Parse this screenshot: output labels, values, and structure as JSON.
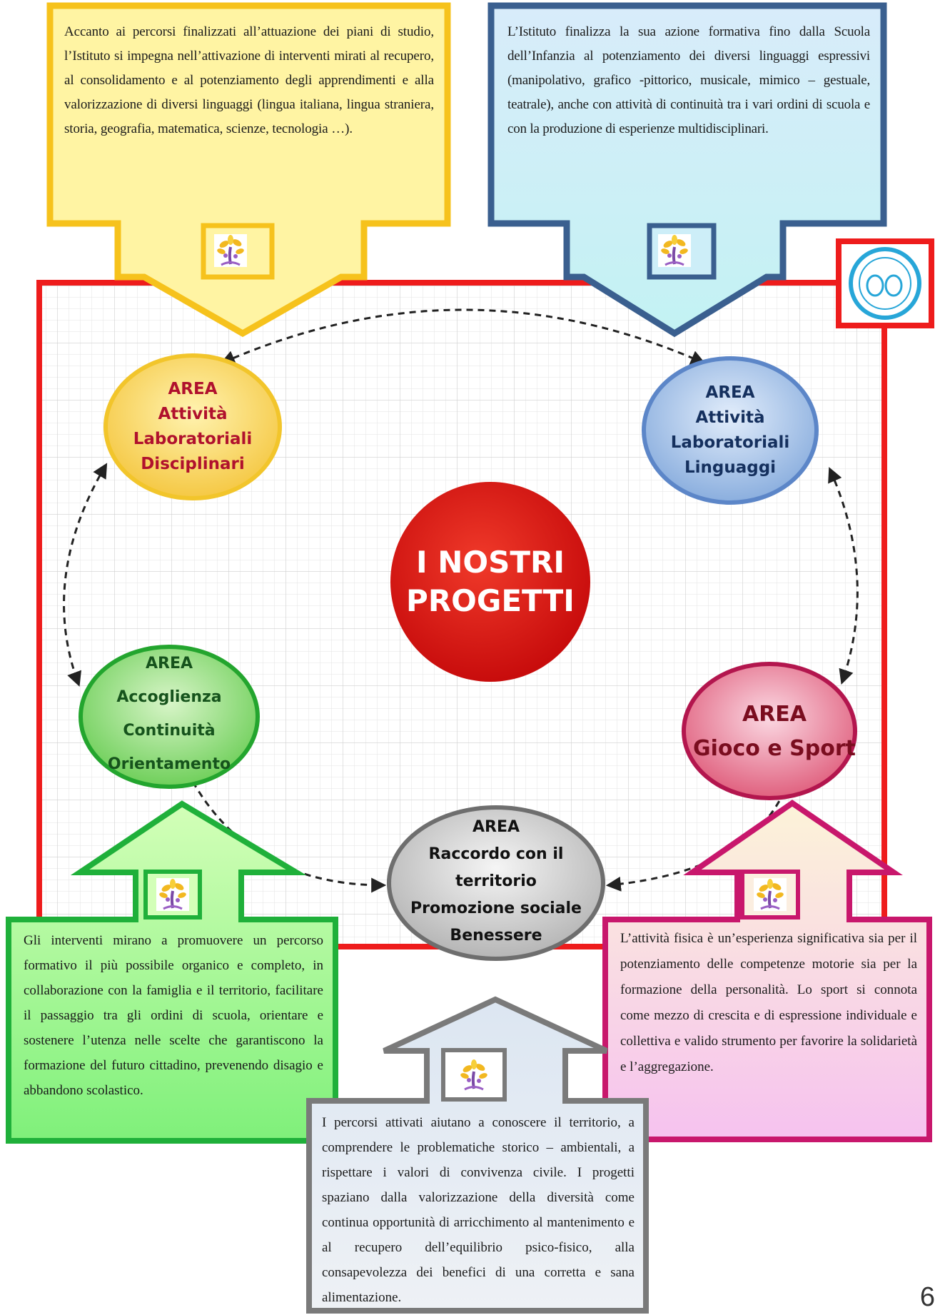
{
  "center": {
    "line1": "I NOSTRI",
    "line2": "PROGETTI"
  },
  "areas": {
    "disciplinari": [
      "AREA",
      "Attività",
      "Laboratoriali",
      "Disciplinari"
    ],
    "linguaggi": [
      "AREA",
      "Attività",
      "Laboratoriali",
      "Linguaggi"
    ],
    "accoglienza": [
      "AREA",
      "Accoglienza",
      "Continuità",
      "Orientamento"
    ],
    "gioco": [
      "AREA",
      "Gioco e Sport"
    ],
    "raccordo": [
      "AREA",
      "Raccordo con il",
      "territorio",
      "Promozione sociale",
      "Benessere"
    ]
  },
  "boxes": {
    "yellow": "Accanto ai percorsi finalizzati all’attuazione dei piani di studio, l’Istituto si impegna nell’attivazione di interventi mirati al recupero, al consolidamento e al potenziamento degli apprendimenti e alla valorizzazione di diversi linguaggi (lingua italiana, lingua straniera, storia, geografia, matematica, scienze, tecnologia …).",
    "blue": "L’Istituto finalizza la sua azione formativa fino dalla Scuola dell’Infanzia al potenziamento dei diversi linguaggi espressivi (manipolativo, grafico -pittorico, musicale, mimico – gestuale, teatrale), anche con attività di continuità tra i vari ordini di scuola e con la produzione di esperienze multidisciplinari.",
    "green": "Gli interventi mirano a promuovere un percorso formativo il più possibile organico e completo, in collaborazione con la famiglia e il territorio, facilitare il passaggio tra gli ordini di scuola, orientare e sostenere l’utenza nelle scelte che garantiscono la formazione del futuro cittadino, prevenendo disagio e abbandono scolastico.",
    "pink": "L’attività fisica è un’esperienza significativa sia per il potenziamento delle competenze motorie sia per la formazione della personalità. Lo sport si connota come mezzo di crescita e di espressione individuale e collettiva e valido strumento per favorire la solidarietà e l’aggregazione.",
    "gray": "I percorsi attivati aiutano a conoscere il territorio, a comprendere le problematiche storico – ambientali, a rispettare i valori di convivenza civile.  I progetti spaziano dalla valorizzazione della diversità come continua opportunità di arricchimento al mantenimento e al recupero dell’equilibrio psico-fisico, alla  consapevolezza dei benefici di una corretta e sana alimentazione."
  },
  "page_number": "6",
  "colors": {
    "frame_red": "#ee1c1c",
    "yellow": "#f6c21c",
    "blue": "#3a5f8f",
    "green": "#1fb03a",
    "pink": "#c8176c",
    "gray": "#7a7a7a",
    "center_red": "#dd1111"
  }
}
